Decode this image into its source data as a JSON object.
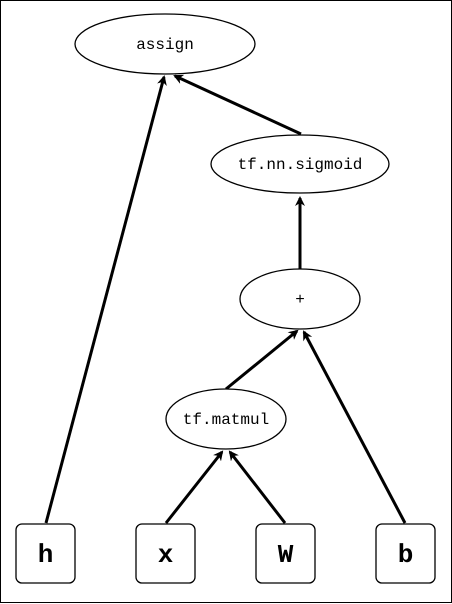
{
  "diagram": {
    "nodes": {
      "assign": "assign",
      "sigmoid": "tf.nn.sigmoid",
      "plus": "+",
      "matmul": "tf.matmul",
      "h": "h",
      "x": "x",
      "W": "W",
      "b": "b"
    }
  },
  "colors": {
    "stroke": "#000000",
    "fill": "#ffffff"
  }
}
